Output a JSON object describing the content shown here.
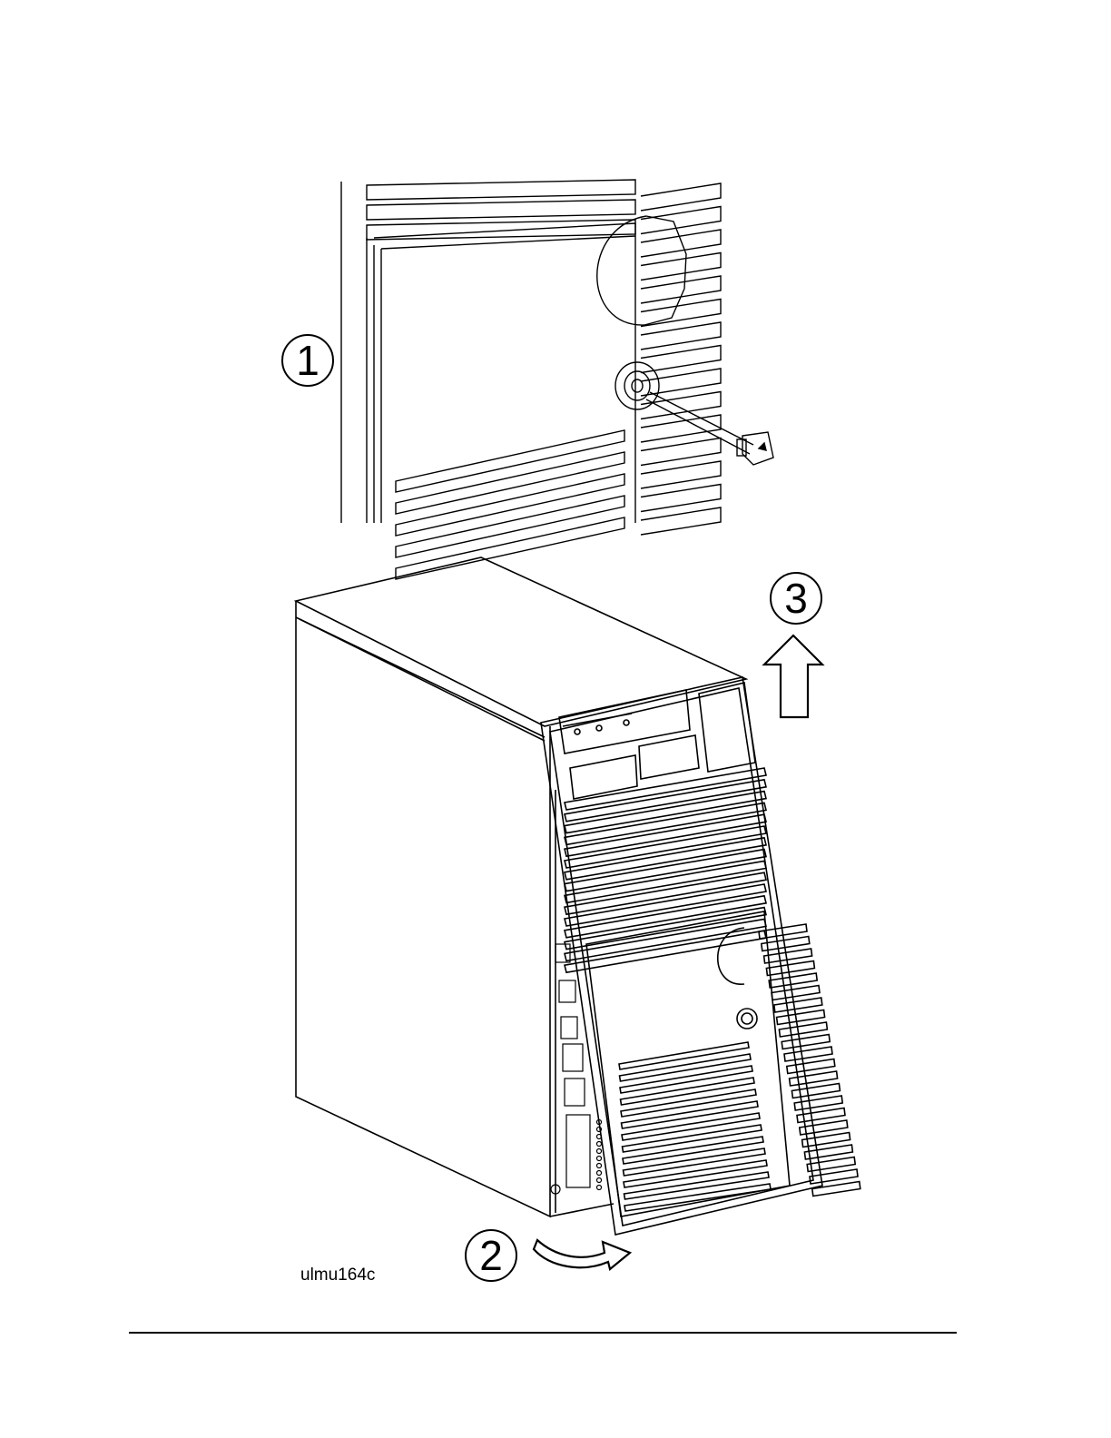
{
  "steps": [
    {
      "label": "1"
    },
    {
      "label": "2"
    },
    {
      "label": "3"
    }
  ],
  "figure_id": "ulmu164c",
  "icons": {
    "key": "key-icon",
    "lock": "lock-icon",
    "up_arrow": "up-arrow-icon",
    "swing_arrow": "curved-arrow-icon"
  },
  "colors": {
    "line": "#000000",
    "paper": "#ffffff"
  }
}
